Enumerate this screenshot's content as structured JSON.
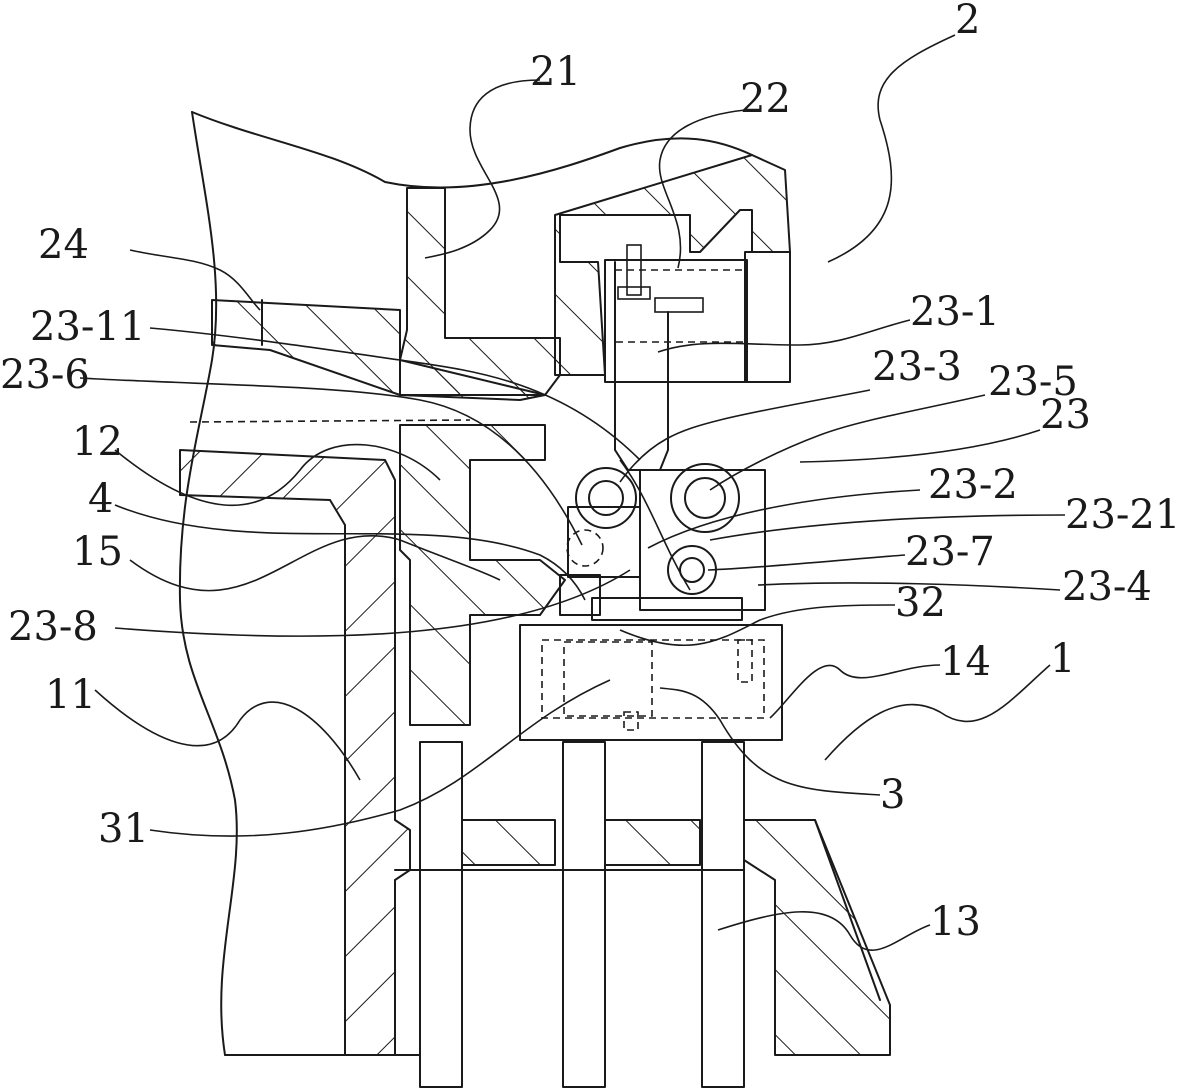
{
  "labels": {
    "l2": "2",
    "l21": "21",
    "l22": "22",
    "l24": "24",
    "l23_11": "23-11",
    "l23_1": "23-1",
    "l23_6": "23-6",
    "l23_3": "23-3",
    "l23_5": "23-5",
    "l23": "23",
    "l12": "12",
    "l23_2": "23-2",
    "l4": "4",
    "l23_21": "23-21",
    "l15": "15",
    "l23_7": "23-7",
    "l23_4": "23-4",
    "l23_8": "23-8",
    "l32": "32",
    "l14": "14",
    "l1": "1",
    "l11": "11",
    "l3": "3",
    "l31": "31",
    "l13": "13"
  }
}
